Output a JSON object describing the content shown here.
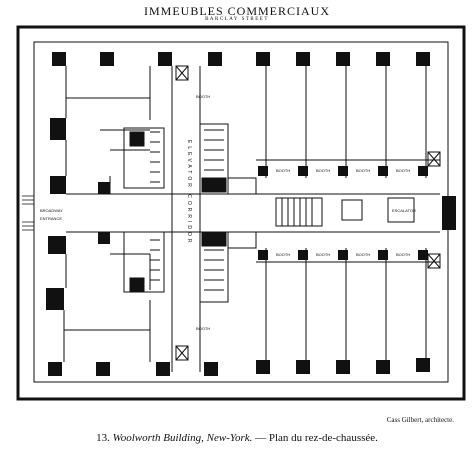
{
  "header": {
    "title": "IMMEUBLES COMMERCIAUX",
    "street": "BARCLAY STREET"
  },
  "plan": {
    "labels": {
      "elevator_corridor": "ELEVATOR CORRIDOR",
      "broadway_entrance_1": "BROADWAY",
      "broadway_entrance_2": "ENTRANCE",
      "booth": "BOOTH",
      "escalator": "ESCALATOR"
    }
  },
  "footer": {
    "architect": "Cass Gilbert, architecte.",
    "caption_number": "13.",
    "caption_building": "Woolworth Building, New-York.",
    "caption_rest": "— Plan du rez-de-chaussée."
  }
}
